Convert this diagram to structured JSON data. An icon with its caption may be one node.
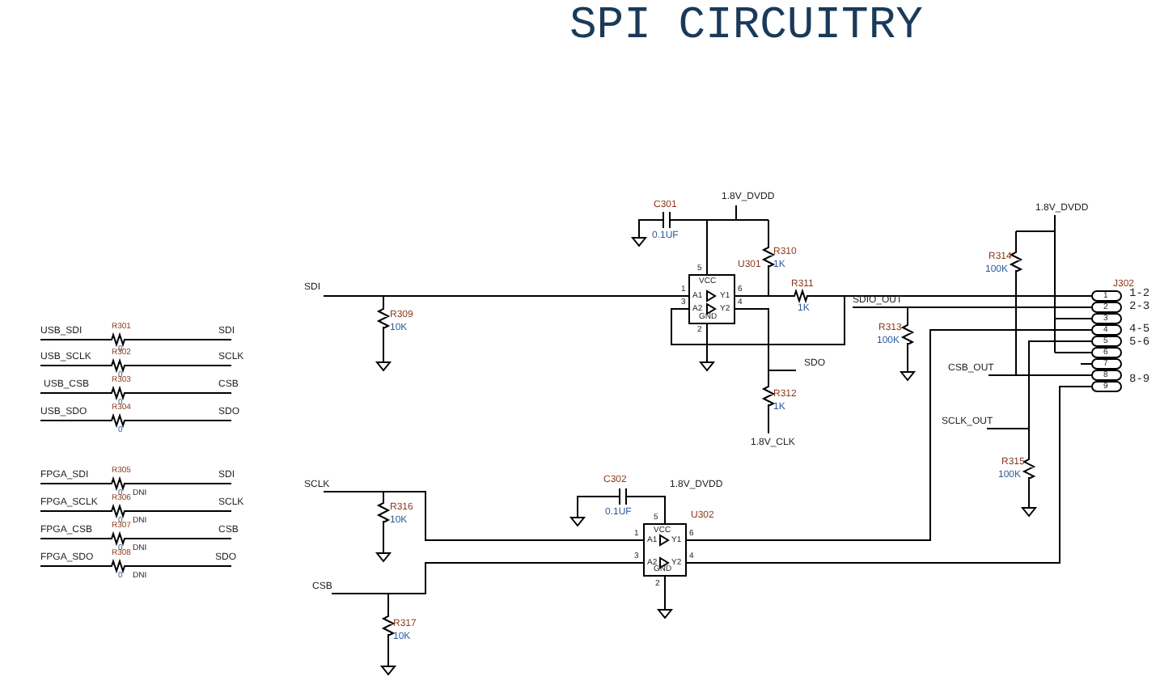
{
  "diagram": {
    "title": "SPI CIRCUITRY",
    "labels": [
      "USB_SDI",
      "R301",
      "0",
      "SDI",
      "USB_SCLK",
      "R302",
      "0",
      "SCLK",
      "USB_CSB",
      "R303",
      "0",
      "CSB",
      "USB_SDO",
      "R304",
      "0",
      "SDO",
      "FPGA_SDI",
      "R305",
      "0",
      "DNI",
      "SDI",
      "FPGA_SCLK",
      "R306",
      "0",
      "DNI",
      "SCLK",
      "FPGA_CSB",
      "R307",
      "0",
      "DNI",
      "CSB",
      "FPGA_SDO",
      "R308",
      "0",
      "DNI",
      "SDO",
      "SDI",
      "R309",
      "10K",
      "C301",
      "0.1UF",
      "1.8V_DVDD",
      "U301",
      "5",
      "VCC",
      "1",
      "A1",
      "Y1",
      "6",
      "3",
      "A2",
      "Y2",
      "4",
      "GND",
      "2",
      "R310",
      "1K",
      "R311",
      "1K",
      "SDIO_OUT",
      "R313",
      "100K",
      "SDO",
      "R312",
      "1K",
      "1.8V_CLK",
      "1.8V_DVDD",
      "R314",
      "100K",
      "J302",
      "1",
      "2",
      "3",
      "4",
      "5",
      "6",
      "7",
      "8",
      "9",
      "1-2",
      "2-3",
      "4-5",
      "5-6",
      "8-9",
      "CSB_OUT",
      "SCLK_OUT",
      "R315",
      "100K",
      "SCLK",
      "R316",
      "10K",
      "C302",
      "0.1UF",
      "1.8V_DVDD",
      "U302",
      "5",
      "VCC",
      "1",
      "A1",
      "Y1",
      "6",
      "3",
      "A2",
      "Y2",
      "4",
      "GND",
      "2",
      "CSB",
      "R317",
      "10K"
    ]
  }
}
